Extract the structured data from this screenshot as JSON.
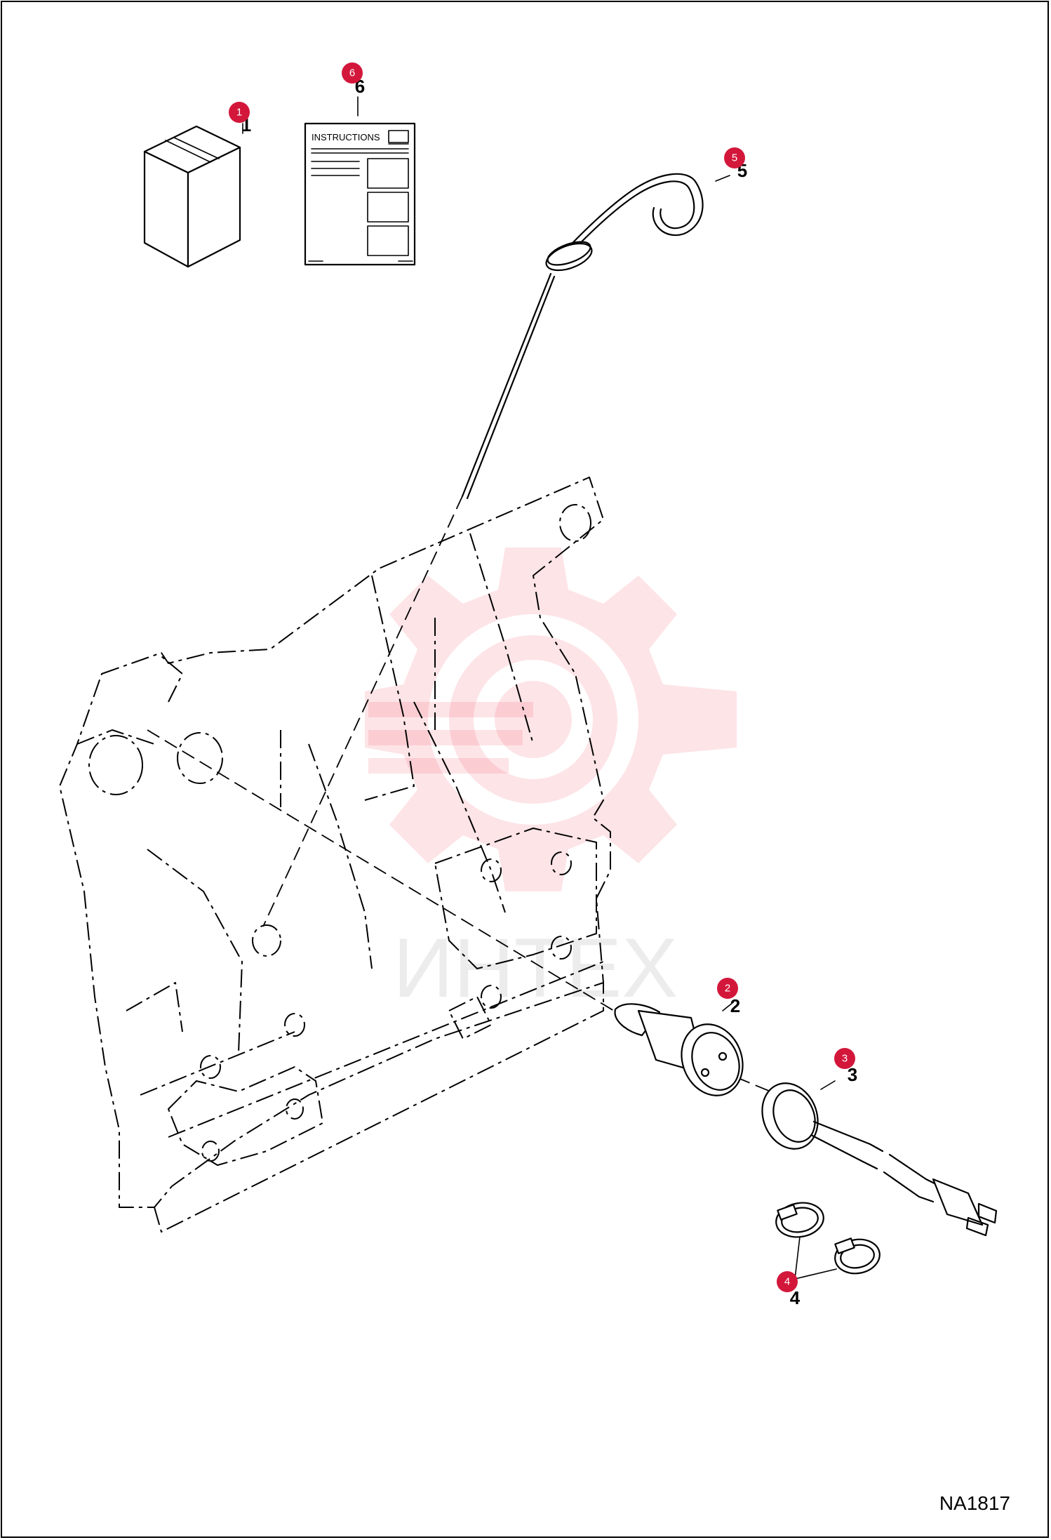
{
  "figure": {
    "code": "NA1817",
    "watermark_text": "ИНТЕХ"
  },
  "booklet": {
    "title": "INSTRUCTIONS"
  },
  "callouts": [
    {
      "id": "1",
      "item": "1"
    },
    {
      "id": "2",
      "item": "2"
    },
    {
      "id": "3",
      "item": "3"
    },
    {
      "id": "4",
      "item": "4"
    },
    {
      "id": "5",
      "item": "5"
    },
    {
      "id": "6",
      "item": "6"
    }
  ],
  "colors": {
    "callout": "#d3173b",
    "line": "#000000",
    "watermark": "#f05a6a"
  }
}
